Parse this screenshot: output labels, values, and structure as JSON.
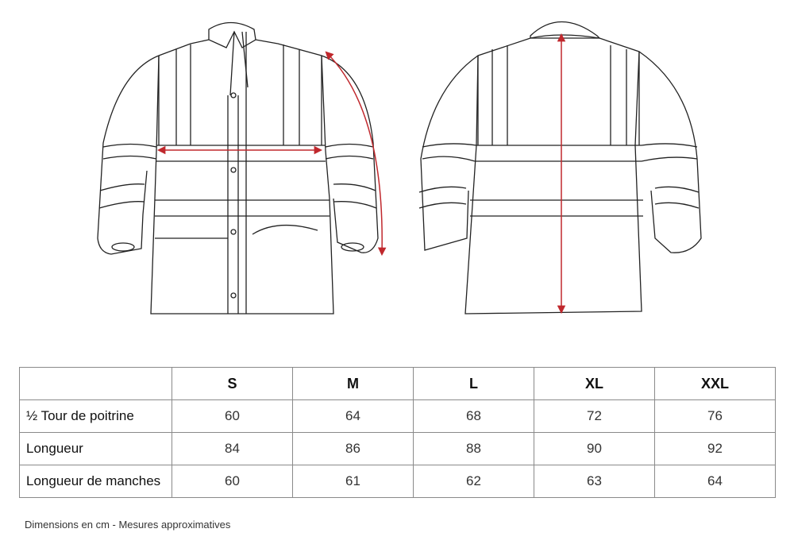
{
  "illustration": {
    "front_view": "jacket-front",
    "back_view": "jacket-back",
    "measure_color": "#c0282d",
    "measures": [
      "half-chest-width-arrow",
      "sleeve-length-arrow",
      "back-length-arrow"
    ]
  },
  "table": {
    "columns": [
      "",
      "S",
      "M",
      "L",
      "XL",
      "XXL"
    ],
    "rows": [
      {
        "label": "½ Tour de poitrine",
        "values": [
          "60",
          "64",
          "68",
          "72",
          "76"
        ]
      },
      {
        "label": "Longueur",
        "values": [
          "84",
          "86",
          "88",
          "90",
          "92"
        ]
      },
      {
        "label": "Longueur de manches",
        "values": [
          "60",
          "61",
          "62",
          "63",
          "64"
        ]
      }
    ]
  },
  "footnote": "Dimensions en cm - Mesures approximatives"
}
